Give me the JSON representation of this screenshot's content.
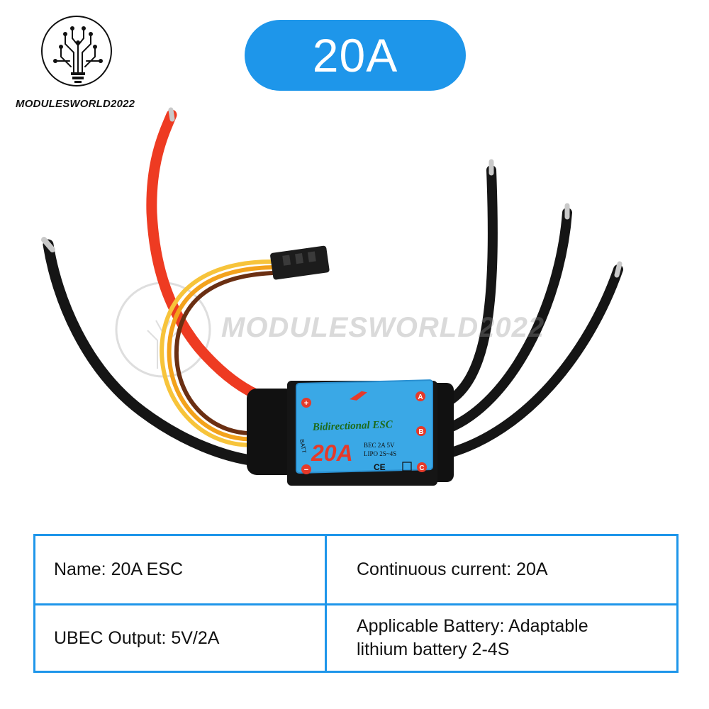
{
  "brand": {
    "name": "MODULESWORLD2022",
    "logo_icon": "circuit-lightbulb-icon"
  },
  "badge": {
    "label": "20A",
    "color": "#1e96ea"
  },
  "watermark": {
    "text": "MODULESWORLD2022"
  },
  "product": {
    "label_title": "Bidirectional ESC",
    "label_rating": "20A",
    "label_bec": "BEC  2A  5V",
    "label_lipo": "LIPO  2S~4S",
    "label_batt": "BATT",
    "pad_plus": "+",
    "pad_minus": "−",
    "pad_a": "A",
    "pad_b": "B",
    "pad_c": "C",
    "label_ce": "CE"
  },
  "specs": {
    "name": "Name:  20A ESC",
    "current": "Continuous current: 20A",
    "ubec": "UBEC Output: 5V/2A",
    "battery_line1": "Applicable Battery: Adaptable",
    "battery_line2": "lithium battery 2-4S"
  },
  "colors": {
    "accent": "#1e96ea",
    "label_blue": "#3aa8e6",
    "wire_red": "#ee3b22",
    "wire_black": "#151515",
    "wire_orange": "#f3a21c"
  }
}
